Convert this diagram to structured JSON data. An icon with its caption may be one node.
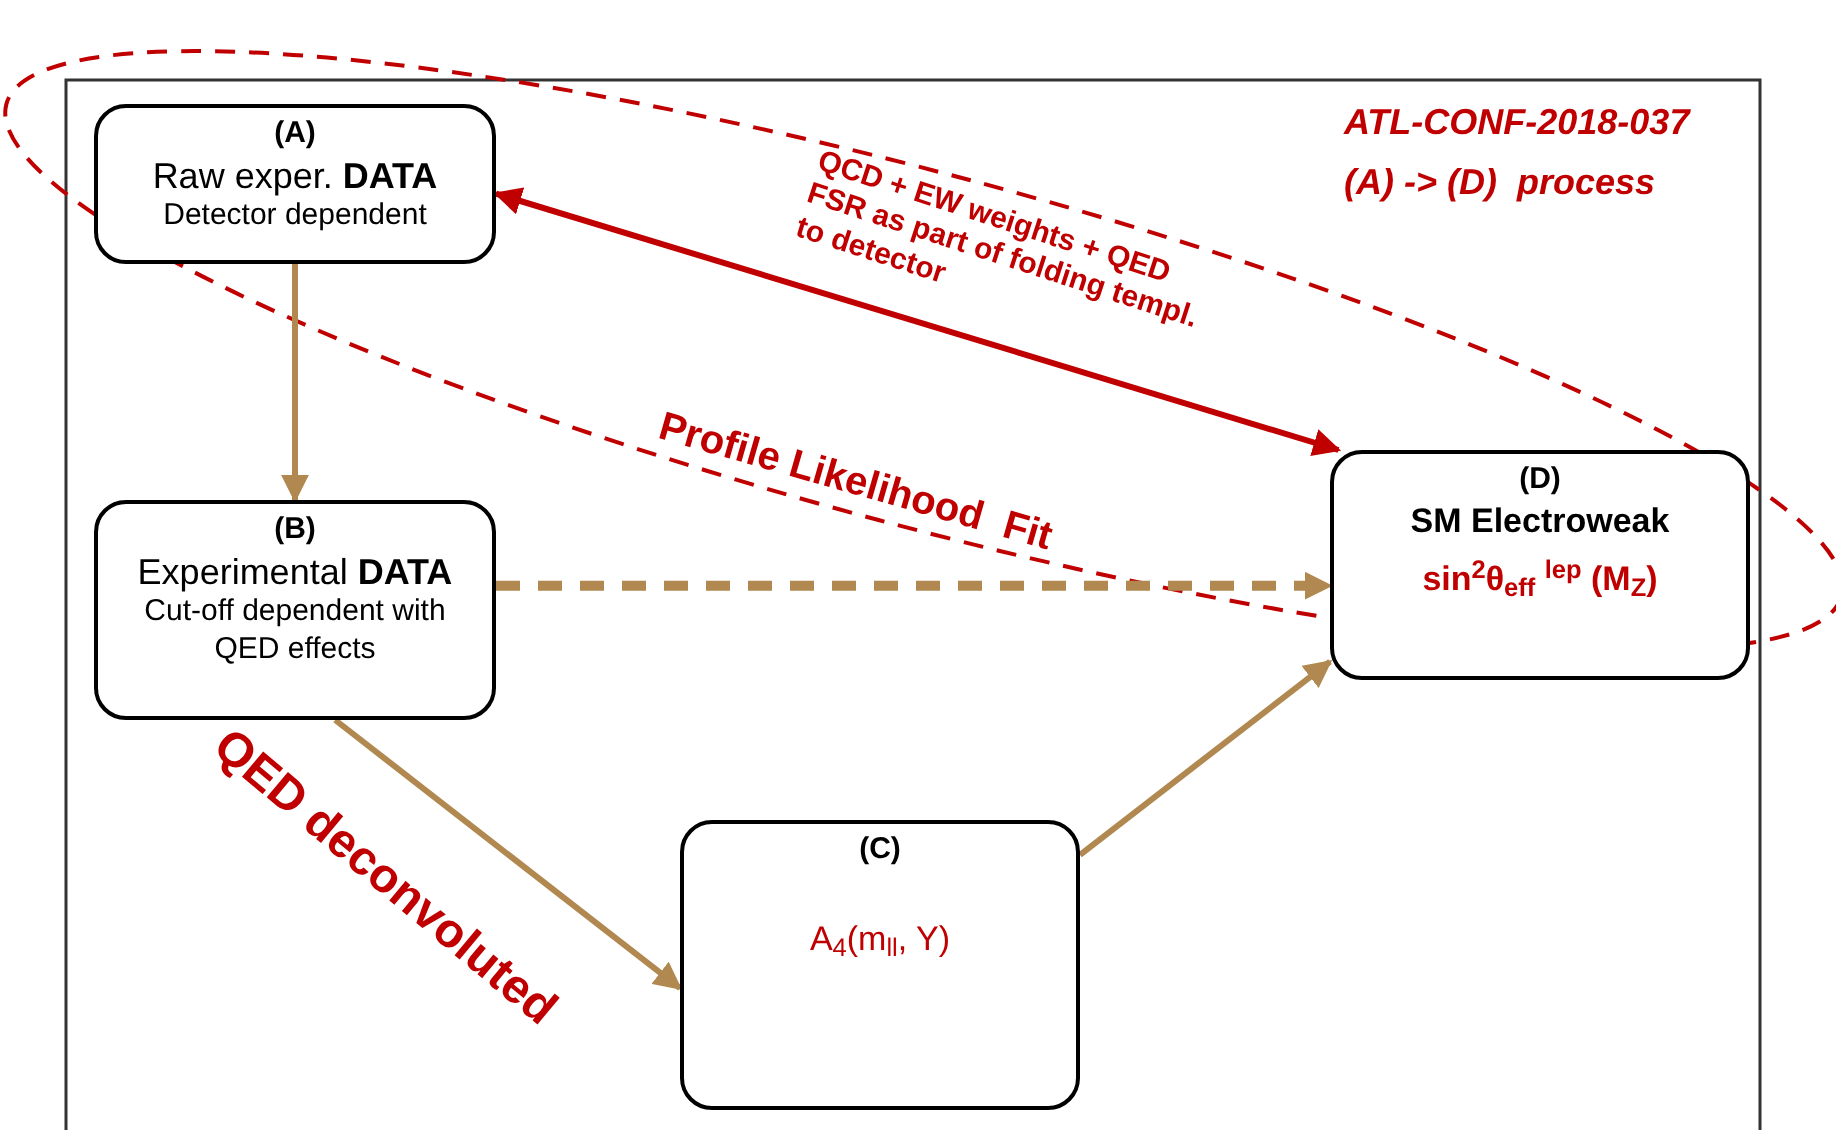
{
  "diagram": {
    "nodes": [
      {
        "text": [
          "(A)",
          "Raw exper. **DATA**",
          "Detector dependent"
        ]
      },
      {
        "text": [
          "(B)",
          "Experimental **DATA**",
          "Cut-off dependent with QED effects"
        ]
      },
      {
        "text": [
          "(C)",
          "A$_{4}$(m$_{ll}$, Y)"
        ]
      },
      {
        "text": [
          "(D)",
          "SM Electroweak",
          "sin$^{2}$θ$_{eff}$ $^{lep}$ (M$_{Z}$)"
        ]
      }
    ],
    "edges": [
      {
        "from": 0,
        "to": 1,
        "arrow": "to"
      },
      {
        "from": 1,
        "to": 3,
        "arrow": "to",
        "style": "dashed"
      },
      {
        "from": 1,
        "to": 2,
        "arrow": "to",
        "label": "QED deconvoluted"
      },
      {
        "from": 2,
        "to": 3,
        "arrow": "to"
      },
      {
        "from": 3,
        "to": 0,
        "arrow": "both",
        "color": "#c00000",
        "label": "Profile Likelihood  Fit"
      }
    ],
    "labels": [
      "QCD + EW weights + QED FSR as part of folding templ. to detector",
      "ATL-CONF-2018-037",
      "(A) -> (D)  process"
    ]
  }
}
